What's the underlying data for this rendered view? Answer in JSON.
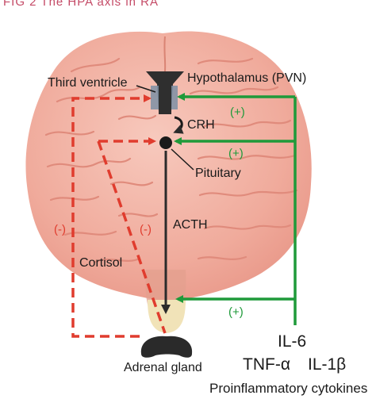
{
  "caption": "FIG 2  The HPA axis in RA",
  "labels": {
    "third_ventricle": "Third ventricle",
    "hypothalamus": "Hypothalamus (PVN)",
    "crh": "CRH",
    "pituitary": "Pituitary",
    "acth": "ACTH",
    "cortisol": "Cortisol",
    "adrenal": "Adrenal gland",
    "il6": "IL-6",
    "tnf": "TNF-α",
    "il1b": "IL-1β",
    "cytokines": "Proinflammatory cytokines"
  },
  "signs": {
    "plus1": "(+)",
    "plus2": "(+)",
    "plus3": "(+)",
    "minus1": "(-)",
    "minus2": "(-)"
  },
  "colors": {
    "stimulatory": "#1f9a3a",
    "inhibitory": "#e03c2e",
    "axis": "#2b2b2b",
    "brain": "#f2b2a6",
    "brain_fold": "#e59285"
  }
}
